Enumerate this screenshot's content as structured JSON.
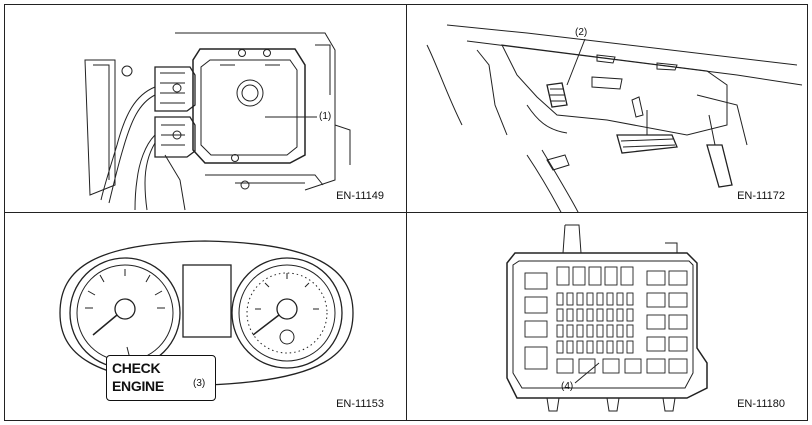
{
  "figures": [
    {
      "code": "EN-11149",
      "callout": "(1)"
    },
    {
      "code": "EN-11172",
      "callout": "(2)"
    },
    {
      "code": "EN-11153",
      "callout": "(3)",
      "label_line1": "CHECK",
      "label_line2": "ENGINE"
    },
    {
      "code": "EN-11180",
      "callout": "(4)"
    }
  ]
}
